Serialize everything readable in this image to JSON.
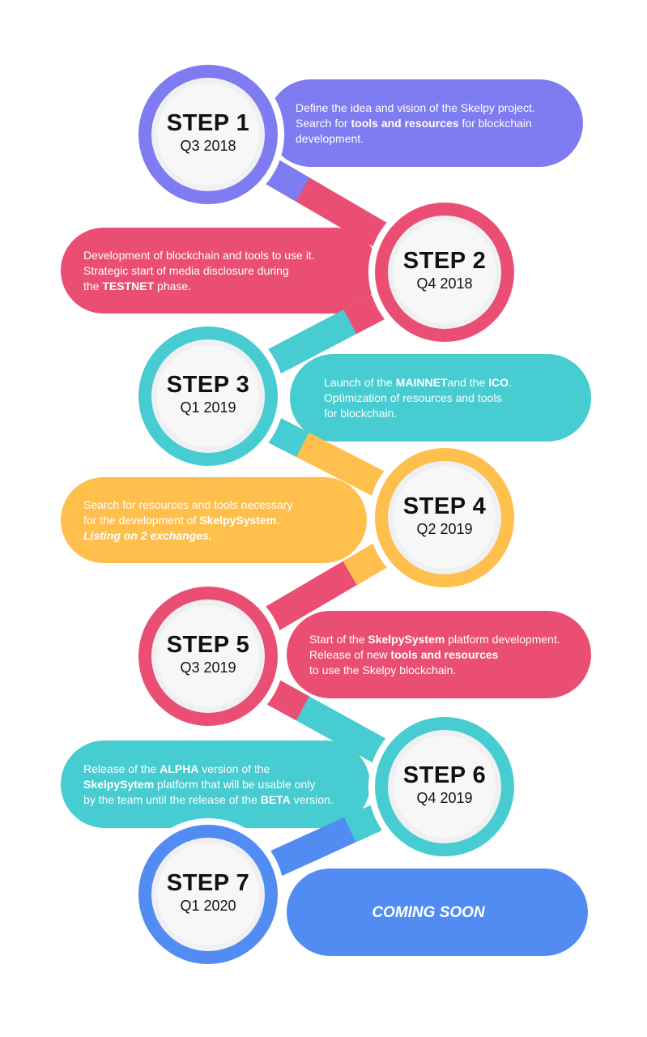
{
  "colors": {
    "purple": "#7f7bf0",
    "pink": "#ea4f73",
    "teal": "#46ccd1",
    "yellow": "#ffbf4d",
    "blue": "#528cf3",
    "ring": "#eef0f2",
    "disc": "#f7f7f7"
  },
  "steps": [
    {
      "title": "STEP 1",
      "quarter": "Q3 2018",
      "lines": [
        [
          {
            "t": "Define the idea and vision of the Skelpy project."
          }
        ],
        [
          {
            "t": "Search for "
          },
          {
            "t": "tools and resources",
            "s": "b"
          },
          {
            "t": " for blockchain"
          }
        ],
        [
          {
            "t": "development."
          }
        ]
      ]
    },
    {
      "title": "STEP 2",
      "quarter": "Q4 2018",
      "lines": [
        [
          {
            "t": "Development of blockchain and tools to use it."
          }
        ],
        [
          {
            "t": "Strategic start of media disclosure during"
          }
        ],
        [
          {
            "t": "the "
          },
          {
            "t": "TESTNET",
            "s": "b"
          },
          {
            "t": " phase."
          }
        ]
      ]
    },
    {
      "title": "STEP 3",
      "quarter": "Q1 2019",
      "lines": [
        [
          {
            "t": "Launch of the "
          },
          {
            "t": "MAINNET",
            "s": "b"
          },
          {
            "t": "and the "
          },
          {
            "t": "ICO",
            "s": "b"
          },
          {
            "t": "."
          }
        ],
        [
          {
            "t": "Optimization of resources and tools"
          }
        ],
        [
          {
            "t": "for blockchain."
          }
        ]
      ]
    },
    {
      "title": "STEP 4",
      "quarter": "Q2 2019",
      "lines": [
        [
          {
            "t": "Search for resources and tools necessary"
          }
        ],
        [
          {
            "t": "for the development of "
          },
          {
            "t": "SkelpySystem",
            "s": "b"
          },
          {
            "t": "."
          }
        ],
        [
          {
            "t": "Listing on 2 exchanges.",
            "s": "i"
          }
        ]
      ]
    },
    {
      "title": "STEP 5",
      "quarter": "Q3 2019",
      "lines": [
        [
          {
            "t": "Start of the "
          },
          {
            "t": "SkelpySystem",
            "s": "b"
          },
          {
            "t": " platform development."
          }
        ],
        [
          {
            "t": "Release of new "
          },
          {
            "t": "tools and resources",
            "s": "b"
          }
        ],
        [
          {
            "t": "to use the Skelpy blockchain."
          }
        ]
      ]
    },
    {
      "title": "STEP 6",
      "quarter": "Q4 2019",
      "lines": [
        [
          {
            "t": "Release of the "
          },
          {
            "t": "ALPHA",
            "s": "b"
          },
          {
            "t": " version of the"
          }
        ],
        [
          {
            "t": "SkelpySytem",
            "s": "b"
          },
          {
            "t": " platform  that will be usable only"
          }
        ],
        [
          {
            "t": "by the team until the release of the "
          },
          {
            "t": "BETA",
            "s": "b"
          },
          {
            "t": " version."
          }
        ]
      ]
    },
    {
      "title": "STEP 7",
      "quarter": "Q1 2020",
      "lines": [
        [
          {
            "t": "COMING SOON",
            "s": "i"
          }
        ]
      ]
    }
  ]
}
